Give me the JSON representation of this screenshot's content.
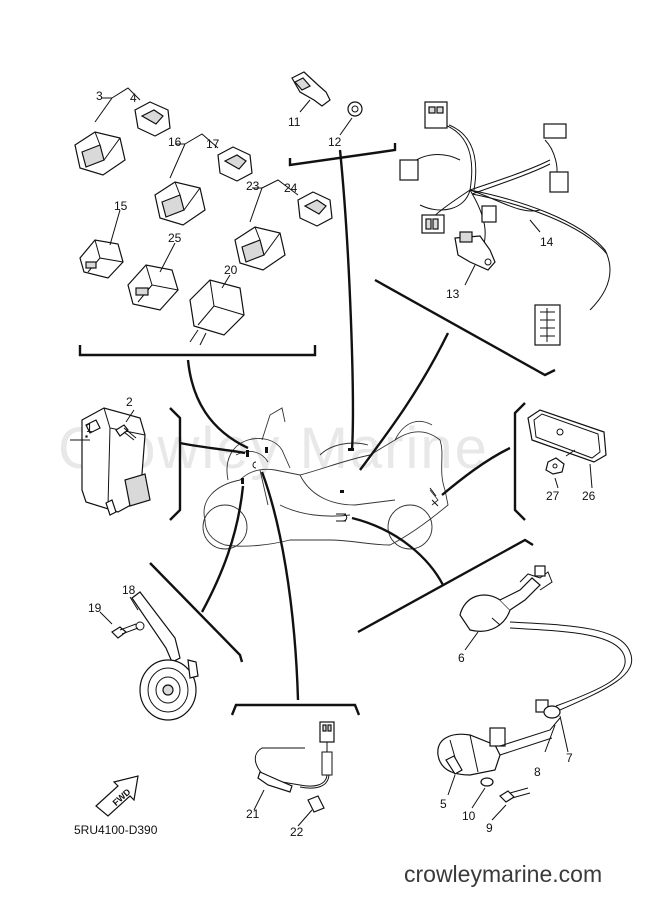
{
  "watermark": "Crowley Marine",
  "site_url": "crowleymarine.com",
  "diagram_code": "5RU4100-D390",
  "fwd_label": "FWD",
  "callouts": {
    "c1": "1",
    "c2": "2",
    "c3": "3",
    "c4": "4",
    "c5": "5",
    "c6": "6",
    "c7": "7",
    "c8": "8",
    "c9": "9",
    "c10": "10",
    "c11": "11",
    "c12": "12",
    "c13": "13",
    "c14": "14",
    "c15": "15",
    "c16": "16",
    "c17": "17",
    "c19": "19",
    "c18": "18",
    "c20": "20",
    "c21": "21",
    "c22": "22",
    "c23": "23",
    "c24": "24",
    "c25": "25",
    "c26": "26",
    "c27": "27"
  }
}
